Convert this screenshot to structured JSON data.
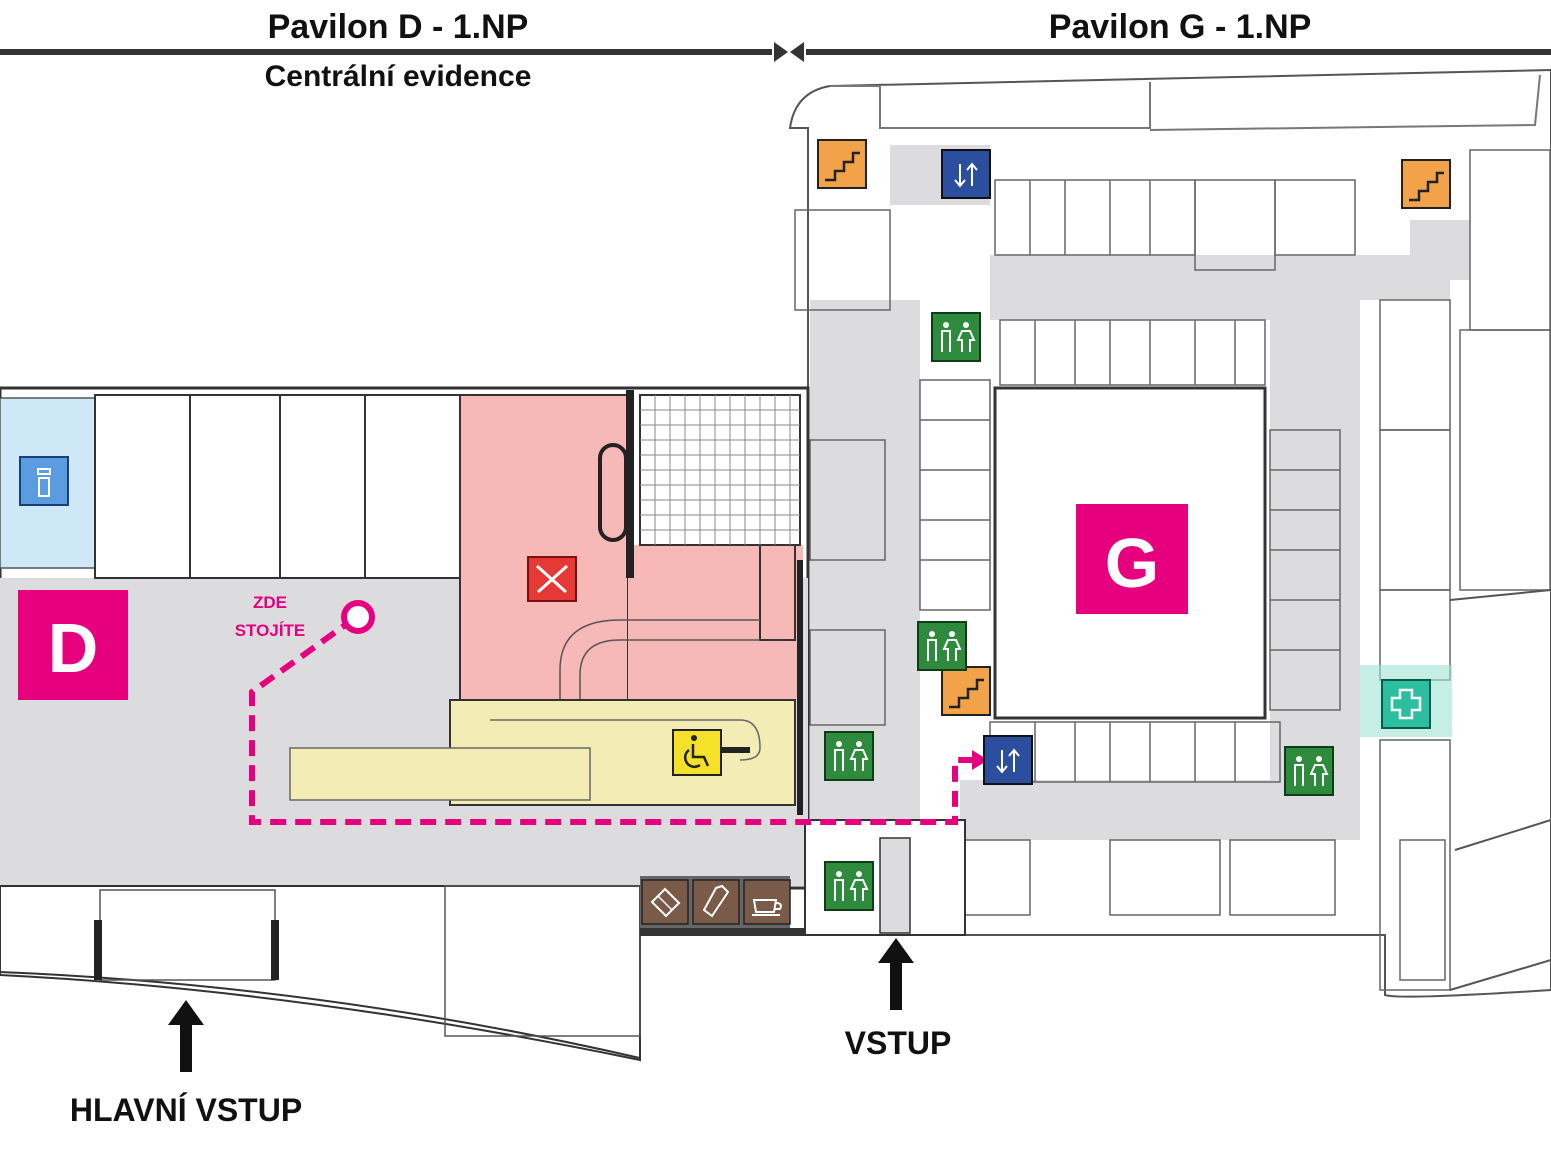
{
  "header": {
    "left_title": "Pavilon D - 1.NP",
    "left_subtitle": "Centrální evidence",
    "right_title": "Pavilon G - 1.NP"
  },
  "pavilions": {
    "d_letter": "D",
    "g_letter": "G"
  },
  "you_are_here": {
    "line1": "ZDE",
    "line2": "STOJÍTE"
  },
  "entrances": {
    "main": "HLAVNÍ VSTUP",
    "side": "VSTUP"
  },
  "colors": {
    "magenta": "#e6007e",
    "restaurant_area": "#f7b8b8",
    "restaurant_icon": "#e53935",
    "escalator_area": "#f3ecb4",
    "accessible_icon": "#f5e12a",
    "stairs_icon": "#f2a34a",
    "elevator_icon": "#2c4e9e",
    "toilet_icon": "#2e8b3e",
    "first_aid_icon": "#2bbfa0",
    "info_area": "#cfe8f7",
    "info_icon": "#5b9be0",
    "vending_icon": "#7a5a48",
    "corridor": "#dcdcde"
  },
  "icons": [
    "info-icon",
    "restaurant-icon",
    "wheelchair-icon",
    "stairs-icon",
    "elevator-icon",
    "toilet-icon",
    "first-aid-icon",
    "chocolate-icon",
    "bottle-icon",
    "coffee-icon"
  ]
}
